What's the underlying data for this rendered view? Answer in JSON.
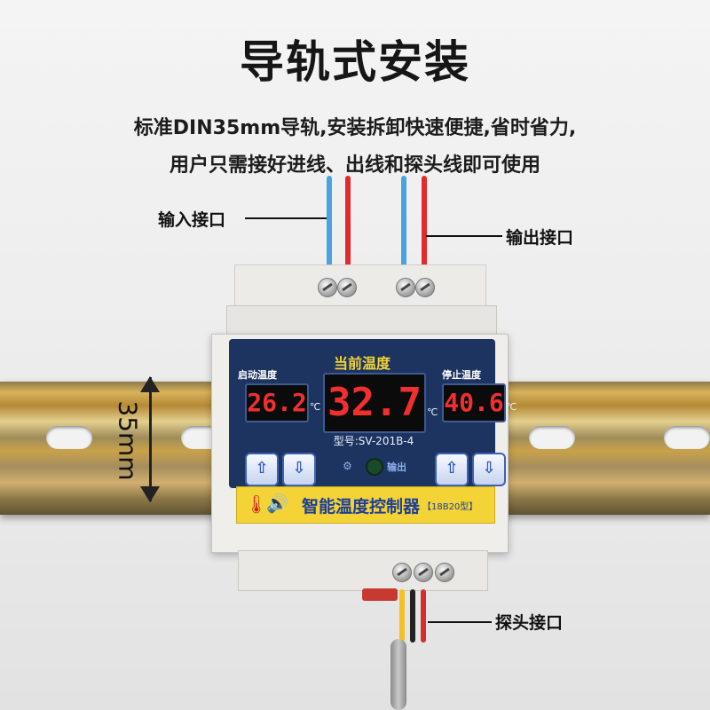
{
  "headline": "导轨式安装",
  "subtitle_line1": "标准DIN35mm导轨,安装拆卸快速便捷,省时省力,",
  "subtitle_line2": "用户只需接好进线、出线和探头线即可使用",
  "callouts": {
    "input": "输入接口",
    "output": "输出接口",
    "probe": "探头接口"
  },
  "dimension_label": "35mm",
  "device": {
    "current_temp_label": "当前温度",
    "start_temp_label": "启动温度",
    "stop_temp_label": "停止温度",
    "start_temp_value": "26.2",
    "current_temp_value": "32.7",
    "stop_temp_value": "40.6",
    "unit": "℃",
    "model": "型号:SV-201B-4",
    "output_indicator": "输出",
    "product_name": "智能温度控制器",
    "sensor_tag": "【18B20型】"
  },
  "icons": {
    "up_button": "arrow-up-icon",
    "down_button": "arrow-down-icon",
    "thermometer": "thermometer-icon",
    "speaker": "speaker-icon"
  },
  "colors": {
    "panel_blue": "#1d3460",
    "display_red": "#f22f2f",
    "label_yellow": "#f3d335",
    "wire_blue": "#4aa3df",
    "wire_red": "#e12b2b"
  }
}
